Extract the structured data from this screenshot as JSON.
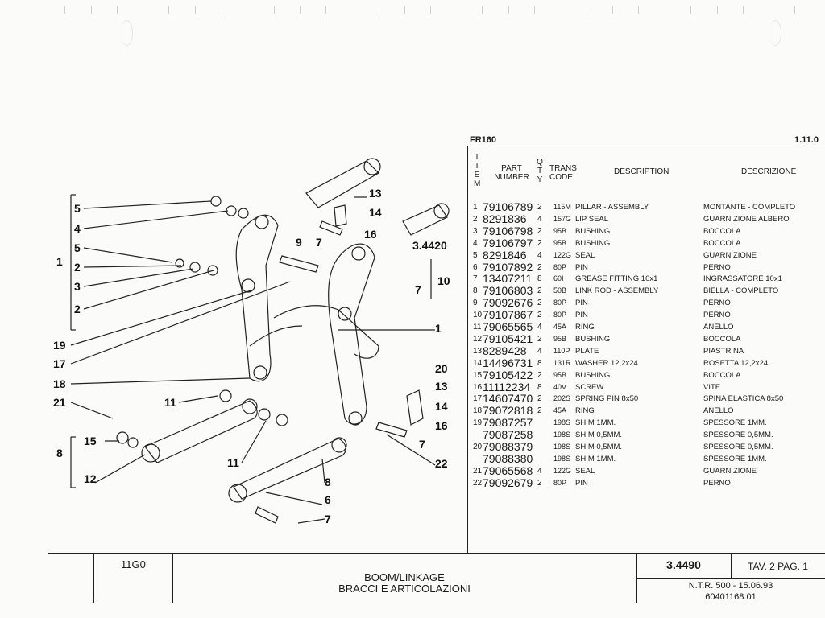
{
  "header": {
    "model": "FR160",
    "section": "1.11.0"
  },
  "columns": {
    "item": [
      "I",
      "T",
      "E",
      "M"
    ],
    "part_number": "PART\nNUMBER",
    "qty": [
      "Q",
      "T",
      "Y"
    ],
    "trans_code": "TRANS\nCODE",
    "description": "DESCRIPTION",
    "descrizione": "DESCRIZIONE"
  },
  "rows": [
    {
      "item": "1",
      "pn": "79106789",
      "qty": "2",
      "tc": "115M",
      "desc": "PILLAR - ASSEMBLY",
      "ita": "MONTANTE - COMPLETO"
    },
    {
      "item": "2",
      "pn": "8291836",
      "qty": "4",
      "tc": "157G",
      "desc": "LIP SEAL",
      "ita": "GUARNIZIONE ALBERO"
    },
    {
      "item": "3",
      "pn": "79106798",
      "qty": "2",
      "tc": "95B",
      "desc": "BUSHING",
      "ita": "BOCCOLA"
    },
    {
      "item": "4",
      "pn": "79106797",
      "qty": "2",
      "tc": "95B",
      "desc": "BUSHING",
      "ita": "BOCCOLA"
    },
    {
      "item": "5",
      "pn": "8291846",
      "qty": "4",
      "tc": "122G",
      "desc": "SEAL",
      "ita": "GUARNIZIONE"
    },
    {
      "item": "6",
      "pn": "79107892",
      "qty": "2",
      "tc": "80P",
      "desc": "PIN",
      "ita": "PERNO"
    },
    {
      "item": "7",
      "pn": "13407211",
      "qty": "8",
      "tc": "60I",
      "desc": "GREASE FITTING 10x1",
      "ita": "INGRASSATORE 10x1"
    },
    {
      "item": "8",
      "pn": "79106803",
      "qty": "2",
      "tc": "50B",
      "desc": "LINK ROD - ASSEMBLY",
      "ita": "BIELLA - COMPLETO"
    },
    {
      "item": "9",
      "pn": "79092676",
      "qty": "2",
      "tc": "80P",
      "desc": "PIN",
      "ita": "PERNO"
    },
    {
      "item": "10",
      "pn": "79107867",
      "qty": "2",
      "tc": "80P",
      "desc": "PIN",
      "ita": "PERNO"
    },
    {
      "item": "11",
      "pn": "79065565",
      "qty": "4",
      "tc": "45A",
      "desc": "RING",
      "ita": "ANELLO"
    },
    {
      "item": "12",
      "pn": "79105421",
      "qty": "2",
      "tc": "95B",
      "desc": "BUSHING",
      "ita": "BOCCOLA"
    },
    {
      "item": "13",
      "pn": "8289428",
      "qty": "4",
      "tc": "110P",
      "desc": "PLATE",
      "ita": "PIASTRINA"
    },
    {
      "item": "14",
      "pn": "14496731",
      "qty": "8",
      "tc": "131R",
      "desc": "WASHER 12,2x24",
      "ita": "ROSETTA 12,2x24"
    },
    {
      "item": "15",
      "pn": "79105422",
      "qty": "2",
      "tc": "95B",
      "desc": "BUSHING",
      "ita": "BOCCOLA"
    },
    {
      "item": "16",
      "pn": "11112234",
      "qty": "8",
      "tc": "40V",
      "desc": "SCREW",
      "ita": "VITE"
    },
    {
      "item": "17",
      "pn": "14607470",
      "qty": "2",
      "tc": "202S",
      "desc": "SPRING PIN 8x50",
      "ita": "SPINA ELASTICA 8x50"
    },
    {
      "item": "18",
      "pn": "79072818",
      "qty": "2",
      "tc": "45A",
      "desc": "RING",
      "ita": "ANELLO"
    },
    {
      "item": "19",
      "pn": "79087257",
      "qty": "",
      "tc": "198S",
      "desc": "SHIM 1MM.",
      "ita": "SPESSORE 1MM."
    },
    {
      "item": "",
      "pn": "79087258",
      "qty": "",
      "tc": "198S",
      "desc": "SHIM 0,5MM.",
      "ita": "SPESSORE 0,5MM."
    },
    {
      "item": "20",
      "pn": "79088379",
      "qty": "",
      "tc": "198S",
      "desc": "SHIM 0,5MM.",
      "ita": "SPESSORE 0,5MM."
    },
    {
      "item": "",
      "pn": "79088380",
      "qty": "",
      "tc": "198S",
      "desc": "SHIM 1MM.",
      "ita": "SPESSORE 1MM."
    },
    {
      "item": "21",
      "pn": "79065568",
      "qty": "4",
      "tc": "122G",
      "desc": "SEAL",
      "ita": "GUARNIZIONE"
    },
    {
      "item": "22",
      "pn": "79092679",
      "qty": "2",
      "tc": "80P",
      "desc": "PIN",
      "ita": "PERNO"
    }
  ],
  "footer": {
    "group_code": "11G0",
    "title_en": "BOOM/LINKAGE",
    "title_it": "BRACCI E ARTICOLAZIONI",
    "drawing_no": "3.4490",
    "table_ref": "TAV. 2 PAG. 1",
    "ntr": "N.T.R. 500 - 15.06.93",
    "doc_no": "60401168.01"
  },
  "diagram": {
    "callouts_left": [
      "5",
      "4",
      "5",
      "1",
      "2",
      "3",
      "2",
      "19",
      "17",
      "18",
      "21",
      "11",
      "15",
      "8",
      "12"
    ],
    "callouts_right": [
      "13",
      "14",
      "9",
      "7",
      "16",
      "3.4420",
      "10",
      "7",
      "1",
      "20",
      "13",
      "14",
      "16",
      "7",
      "22",
      "11",
      "8",
      "6",
      "7"
    ]
  }
}
